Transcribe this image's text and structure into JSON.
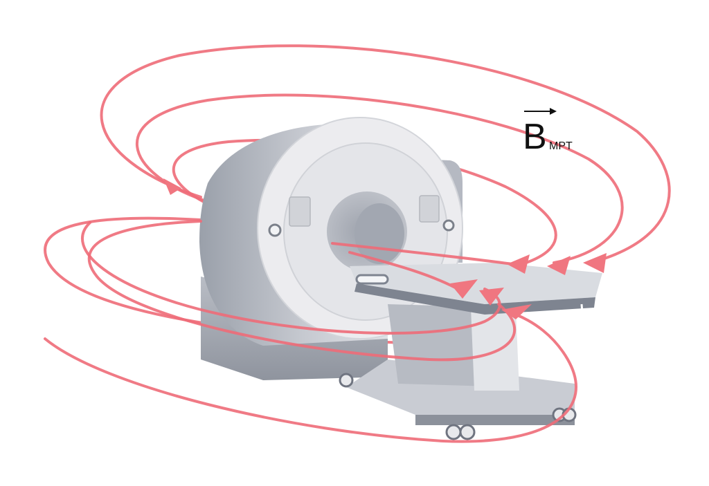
{
  "label": {
    "symbol": "B",
    "subscript": "MPT"
  },
  "colors": {
    "field": "#ee6c78",
    "arrow": "#f07680",
    "shell_dark": "#9ea3ad",
    "shell_mid": "#c9ccd3",
    "shell_light": "#e6e8ec",
    "face": "#ededf0",
    "bore": "#b6bac3",
    "table_top": "#d7dae0",
    "table_side": "#7f8591"
  },
  "icons": {
    "scanner": "mri-scanner-illustration",
    "arrows": "field-direction-arrow-icon"
  }
}
